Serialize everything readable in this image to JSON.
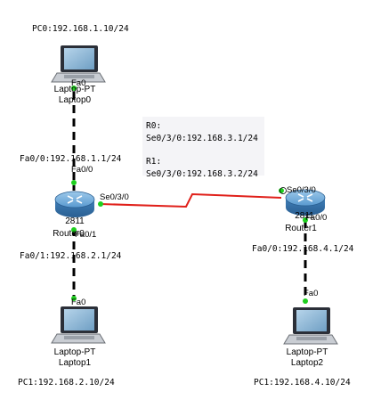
{
  "header_label": "PC0:192.168.1.10/24",
  "note": {
    "r0_title": "R0:",
    "r0_value": "Se0/3/0:192.168.3.1/24",
    "r1_title": "R1:",
    "r1_value": "Se0/3/0:192.168.3.2/24"
  },
  "devices": {
    "laptop0": {
      "model": "Laptop-PT",
      "name": "Laptop0",
      "port": "Fa0"
    },
    "router0": {
      "model": "2811",
      "name": "Router0"
    },
    "laptop1": {
      "model": "Laptop-PT",
      "name": "Laptop1",
      "port": "Fa0"
    },
    "router1": {
      "model": "2811",
      "name": "Router1"
    },
    "laptop2": {
      "model": "Laptop-PT",
      "name": "Laptop2",
      "port": "Fa0"
    }
  },
  "router0_ports": {
    "fa00": "Fa0/0",
    "fa01": "Fa0/1",
    "se030": "Se0/3/0"
  },
  "router1_ports": {
    "se030": "Se0/3/0",
    "fa00": "Fa0/0"
  },
  "ip_labels": {
    "r0_fa00": "Fa0/0:192.168.1.1/24",
    "r0_fa01": "Fa0/1:192.168.2.1/24",
    "r1_fa00": "Fa0/0:192.168.4.1/24",
    "pc1": "PC1:192.168.2.10/24",
    "pc2": "PC1:192.168.4.10/24"
  },
  "colors": {
    "ethernet_link": "#000000",
    "serial_link": "#e0201a",
    "port_up": "#1fd01f",
    "router_body": "#4a8cc4",
    "laptop_screen": "#8fb9d8"
  }
}
